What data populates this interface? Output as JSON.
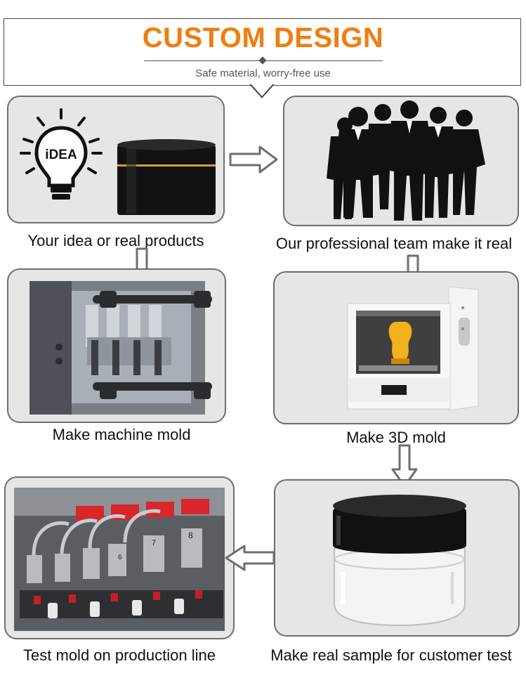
{
  "header": {
    "title": "CUSTOM DESIGN",
    "subtitle": "Safe material, worry-free use"
  },
  "steps": [
    {
      "caption": "Your idea or real products",
      "idea_text": "iDEA"
    },
    {
      "caption": "Our professional team make it real"
    },
    {
      "caption": "Make machine mold"
    },
    {
      "caption": "Make 3D mold"
    },
    {
      "caption": "Test mold on production line",
      "station_labels": [
        "6",
        "7",
        "8"
      ]
    },
    {
      "caption": "Make real sample for customer test"
    }
  ],
  "colors": {
    "accent": "#f07d0f",
    "panel_bg": "#e6e6e6",
    "panel_border": "#6e6e6e",
    "arrow": "#6e6e6e"
  }
}
